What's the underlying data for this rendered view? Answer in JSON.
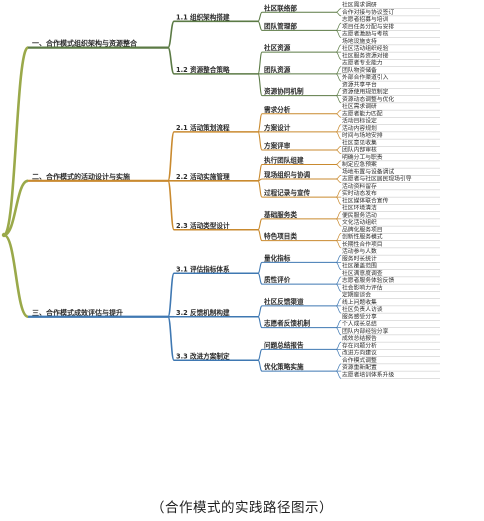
{
  "caption": "（合作模式的实践路径图示）",
  "colors": {
    "root": "#9aa94a",
    "branches": [
      "#5b7a45",
      "#c98a2f",
      "#3f78b2"
    ],
    "leaf_line": "#b9b9b9"
  },
  "tree": {
    "branches": [
      {
        "label": "一、合作模式组织架构与资源整合",
        "subs": [
          {
            "label": "1.1 组织架构搭建",
            "groups": [
              {
                "label": "社区联络部",
                "leaves": [
                  "社区需求调研",
                  "合作对接与协议签订"
                ]
              },
              {
                "label": "团队管理部",
                "leaves": [
                  "志愿者招募与培训",
                  "项目任务分配与安排",
                  "志愿者激励与考核"
                ]
              }
            ]
          },
          {
            "label": "1.2 资源整合策略",
            "groups": [
              {
                "label": "社区资源",
                "leaves": [
                  "场地设施支持",
                  "社区活动组织经验",
                  "社区服务资源对接"
                ]
              },
              {
                "label": "团队资源",
                "leaves": [
                  "志愿者专业能力",
                  "团队物资储备",
                  "外部合作渠道引入"
                ]
              },
              {
                "label": "资源协同机制",
                "leaves": [
                  "资源共享平台",
                  "资源使用规范制定",
                  "资源动态调整与优化"
                ]
              }
            ]
          }
        ]
      },
      {
        "label": "二、合作模式的活动设计与实施",
        "subs": [
          {
            "label": "2.1 活动策划流程",
            "groups": [
              {
                "label": "需求分析",
                "leaves": [
                  "社区需求调研",
                  "志愿者能力匹配"
                ]
              },
              {
                "label": "方案设计",
                "leaves": [
                  "活动目标设定",
                  "活动内容规划",
                  "时间与场地安排"
                ]
              },
              {
                "label": "方案评审",
                "leaves": [
                  "社区意见收集",
                  "团队内部审核"
                ]
              }
            ]
          },
          {
            "label": "2.2 活动实施管理",
            "groups": [
              {
                "label": "执行团队组建",
                "leaves": [
                  "明确分工与职责",
                  "制定应急预案"
                ]
              },
              {
                "label": "现场组织与协调",
                "leaves": [
                  "场地布置与设备调试",
                  "志愿者与社区居民现场引导"
                ]
              },
              {
                "label": "过程记录与宣传",
                "leaves": [
                  "活动资料留存",
                  "实时动态发布",
                  "社区媒体联合宣传"
                ]
              }
            ]
          },
          {
            "label": "2.3 活动类型设计",
            "groups": [
              {
                "label": "基础服务类",
                "leaves": [
                  "社区环境清洁",
                  "便民服务活动",
                  "文化活动组织"
                ]
              },
              {
                "label": "特色项目类",
                "leaves": [
                  "品牌化服务项目",
                  "创新性服务模式",
                  "长期性合作项目"
                ]
              }
            ]
          }
        ]
      },
      {
        "label": "三、合作模式成效评估与提升",
        "subs": [
          {
            "label": "3.1 评估指标体系",
            "groups": [
              {
                "label": "量化指标",
                "leaves": [
                  "活动参与人数",
                  "服务时长统计",
                  "社区覆盖范围"
                ]
              },
              {
                "label": "质性评价",
                "leaves": [
                  "社区满意度调查",
                  "志愿者服务体验反馈",
                  "社会影响力评估"
                ]
              }
            ]
          },
          {
            "label": "3.2 反馈机制构建",
            "groups": [
              {
                "label": "社区反馈渠道",
                "leaves": [
                  "定期座谈会",
                  "线上问题收集",
                  "社区负责人访谈"
                ]
              },
              {
                "label": "志愿者反馈机制",
                "leaves": [
                  "服务感受分享",
                  "个人成长总结",
                  "团队内部经验分享"
                ]
              }
            ]
          },
          {
            "label": "3.3 改进方案制定",
            "groups": [
              {
                "label": "问题总结报告",
                "leaves": [
                  "成效总结报告",
                  "存在问题分析",
                  "改进方向建议"
                ]
              },
              {
                "label": "优化策略实施",
                "leaves": [
                  "合作模式调整",
                  "资源重新配置",
                  "志愿者培训体系升级"
                ]
              }
            ]
          }
        ]
      }
    ]
  }
}
